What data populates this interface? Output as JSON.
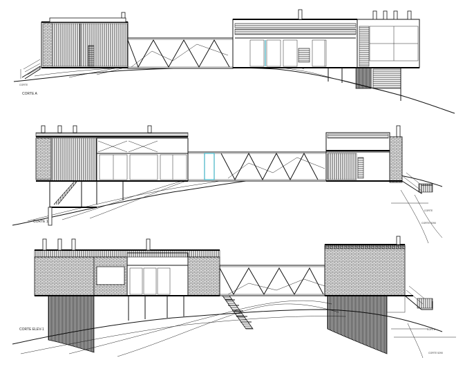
{
  "sections": [
    {
      "id": "corte-a",
      "label": "CORTE A",
      "small_labels": [
        "CORTE",
        "CORTE A"
      ]
    },
    {
      "id": "corte-1",
      "label": "CORTE 1",
      "small_labels": [
        "CORTE",
        "CORTE 5290"
      ]
    },
    {
      "id": "corte-elev-1",
      "label": "CORTE ELEV-1",
      "small_labels": [
        "CORTE",
        "CORTE 5290"
      ]
    }
  ],
  "colors": {
    "line": "#111111",
    "glass": "#1aa3b8",
    "paper": "#ffffff"
  }
}
